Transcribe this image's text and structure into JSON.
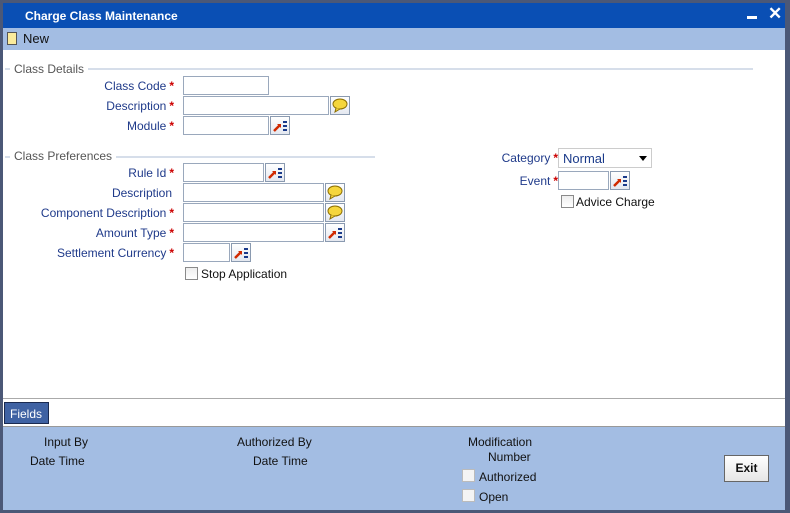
{
  "window": {
    "title": "Charge Class Maintenance",
    "minimize_icon": "minimize-icon",
    "close_icon": "close-icon"
  },
  "toolbar": {
    "new_label": "New"
  },
  "class_details": {
    "heading": "Class Details",
    "class_code_label": "Class Code",
    "class_code_value": "",
    "description_label": "Description",
    "description_value": "",
    "module_label": "Module",
    "module_value": ""
  },
  "class_preferences": {
    "heading": "Class Preferences",
    "rule_id_label": "Rule Id",
    "description_label": "Description",
    "component_description_label": "Component Description",
    "amount_type_label": "Amount Type",
    "settlement_currency_label": "Settlement Currency",
    "stop_application_label": "Stop Application",
    "stop_application_checked": false
  },
  "right": {
    "category_label": "Category",
    "category_value": "Normal",
    "event_label": "Event",
    "advice_charge_label": "Advice Charge",
    "advice_charge_checked": false
  },
  "required_marker": "*",
  "tabs": {
    "fields_label": "Fields"
  },
  "footer": {
    "input_by": "Input By",
    "date_time_1": "Date Time",
    "authorized_by": "Authorized By",
    "date_time_2": "Date Time",
    "modification": "Modification",
    "number": "Number",
    "authorized": "Authorized",
    "open": "Open",
    "exit_label": "Exit"
  },
  "colors": {
    "title_bar": "#0a4fb4",
    "toolbar": "#a3bde3",
    "label": "#1f3a8a",
    "required": "#cc0000",
    "tab": "#3f62a3"
  }
}
